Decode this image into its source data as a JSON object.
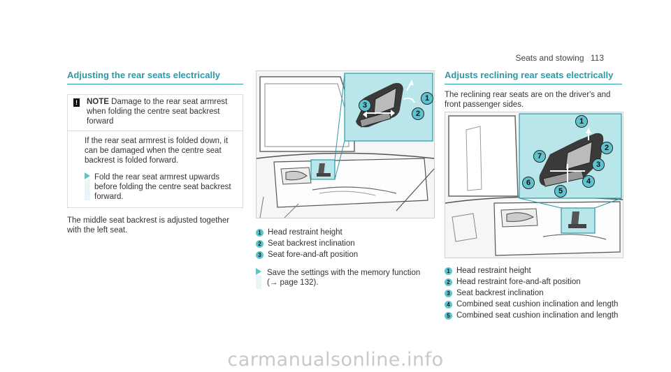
{
  "header": {
    "section": "Seats and stowing",
    "page": "113"
  },
  "left": {
    "title": "Adjusting the rear seats electrically",
    "note": {
      "label": "NOTE",
      "heading": "Damage to the rear seat armrest when folding the centre seat backrest forward",
      "body": "If the rear seat armrest is folded down, it can be damaged when the centre seat backrest is folded forward.",
      "step": "Fold the rear seat armrest upwards before folding the centre seat backrest forward."
    },
    "para": "The middle seat backrest is adjusted together with the left seat."
  },
  "middle": {
    "callouts": [
      "1",
      "2",
      "3"
    ],
    "items": [
      {
        "n": "1",
        "label": "Head restraint height"
      },
      {
        "n": "2",
        "label": "Seat backrest inclination"
      },
      {
        "n": "3",
        "label": "Seat fore-and-aft position"
      }
    ],
    "step": "Save the settings with the memory function",
    "step_ref": "(→ page 132)."
  },
  "right": {
    "title": "Adjusts reclining rear seats electrically",
    "intro": "The reclining rear seats are on the driver's and front passenger sides.",
    "callouts": [
      "1",
      "2",
      "3",
      "4",
      "5",
      "6",
      "7"
    ],
    "items": [
      {
        "n": "1",
        "label": "Head restraint height"
      },
      {
        "n": "2",
        "label": "Head restraint fore-and-aft position"
      },
      {
        "n": "3",
        "label": "Seat backrest inclination"
      },
      {
        "n": "4",
        "label": "Combined seat cushion inclination and length"
      },
      {
        "n": "5",
        "label": "Combined seat cushion inclination and length"
      }
    ]
  },
  "watermark": "carmanualsonline.info",
  "colors": {
    "accent": "#2a9aa6",
    "callout": "#5ec3cf",
    "inset_bg": "#b9e6ea"
  }
}
